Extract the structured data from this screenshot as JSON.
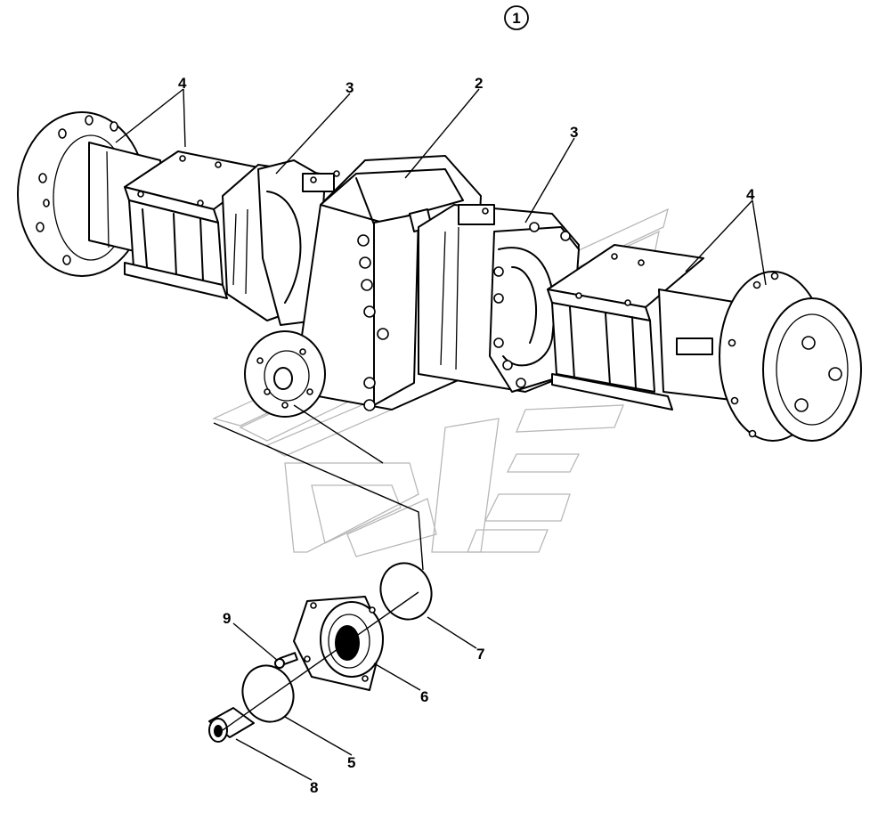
{
  "title_callout": "1",
  "labels": [
    {
      "id": "left-4",
      "text": "4"
    },
    {
      "id": "left-3",
      "text": "3"
    },
    {
      "id": "center-2",
      "text": "2"
    },
    {
      "id": "right-3",
      "text": "3"
    },
    {
      "id": "right-4",
      "text": "4"
    },
    {
      "id": "p9",
      "text": "9"
    },
    {
      "id": "p7",
      "text": "7"
    },
    {
      "id": "p6",
      "text": "6"
    },
    {
      "id": "p5",
      "text": "5"
    },
    {
      "id": "p8",
      "text": "8"
    }
  ],
  "colors": {
    "line": "#000000",
    "background": "#ffffff",
    "watermark": "#b8b8b8"
  }
}
